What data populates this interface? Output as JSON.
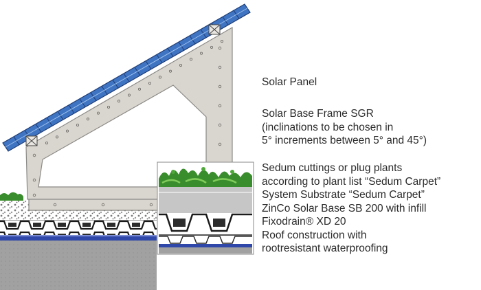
{
  "labels": {
    "solar_panel": "Solar Panel",
    "frame": [
      "Solar Base Frame SGR",
      "(inclinations to be chosen in",
      "5° increments between 5° and 45°)"
    ],
    "layers": [
      "Sedum cuttings or plug plants",
      "according to plant list “Sedum Carpet”",
      "System Substrate “Sedum Carpet”",
      "ZinCo Solar Base SB 200 with infill",
      "Fixodrain® XD 20",
      "Roof construction with",
      "rootresistant waterproofing"
    ]
  },
  "colors": {
    "frame": "#d9d5cf",
    "frame_stroke": "#8c8a86",
    "panel": "#3f74c3",
    "panel_light": "#9ec0ea",
    "plants": "#3a8d2c",
    "substrate": "#c6c6c6",
    "waterproofing": "#2f47a8",
    "roof": "#9c9c9c"
  }
}
